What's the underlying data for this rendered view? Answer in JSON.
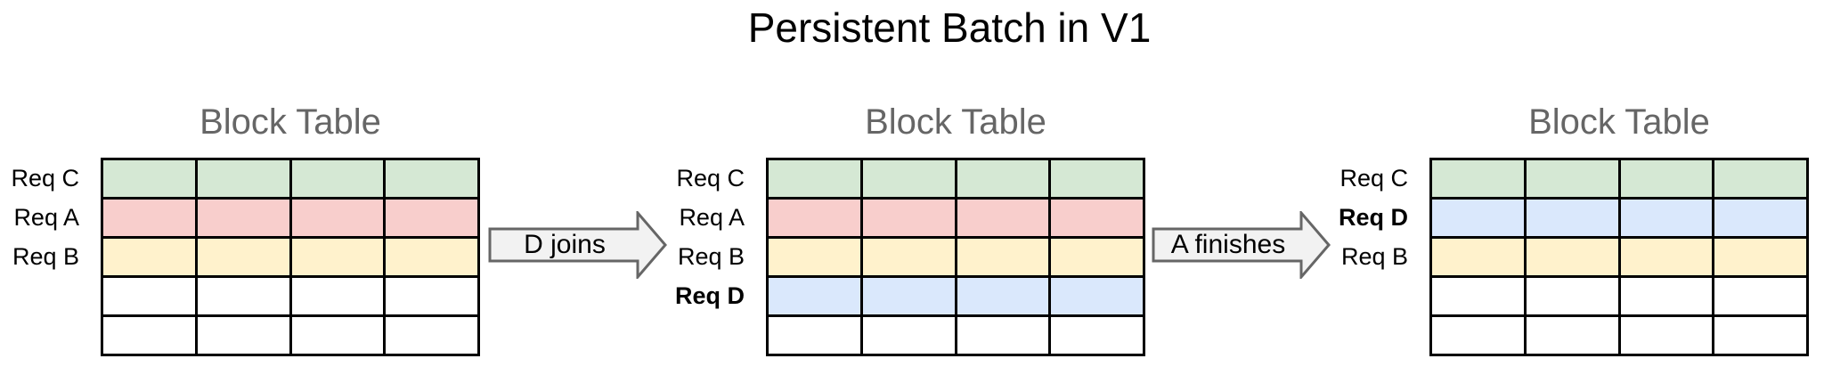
{
  "title": "Persistent Batch in V1",
  "colors": {
    "green": "#d5e8d4",
    "red": "#f8cecc",
    "yellow": "#fff2cc",
    "blue": "#dae8fc",
    "white": "#ffffff",
    "grid_border": "#000000",
    "heading_gray": "#666666",
    "arrow_fill": "#f2f2f2",
    "arrow_stroke": "#666666"
  },
  "diagram": {
    "tables": [
      {
        "heading": "Block Table",
        "columns": 4,
        "rows": [
          {
            "label": "Req C",
            "bold": false,
            "color": "green"
          },
          {
            "label": "Req A",
            "bold": false,
            "color": "red"
          },
          {
            "label": "Req B",
            "bold": false,
            "color": "yellow"
          },
          {
            "label": "",
            "bold": false,
            "color": "white"
          },
          {
            "label": "",
            "bold": false,
            "color": "white"
          }
        ]
      },
      {
        "heading": "Block Table",
        "columns": 4,
        "rows": [
          {
            "label": "Req C",
            "bold": false,
            "color": "green"
          },
          {
            "label": "Req A",
            "bold": false,
            "color": "red"
          },
          {
            "label": "Req B",
            "bold": false,
            "color": "yellow"
          },
          {
            "label": "Req D",
            "bold": true,
            "color": "blue"
          },
          {
            "label": "",
            "bold": false,
            "color": "white"
          }
        ]
      },
      {
        "heading": "Block Table",
        "columns": 4,
        "rows": [
          {
            "label": "Req C",
            "bold": false,
            "color": "green"
          },
          {
            "label": "Req D",
            "bold": true,
            "color": "blue"
          },
          {
            "label": "Req B",
            "bold": false,
            "color": "yellow"
          },
          {
            "label": "",
            "bold": false,
            "color": "white"
          },
          {
            "label": "",
            "bold": false,
            "color": "white"
          }
        ]
      }
    ],
    "arrows": [
      {
        "label": "D joins"
      },
      {
        "label": "A finishes"
      }
    ]
  }
}
